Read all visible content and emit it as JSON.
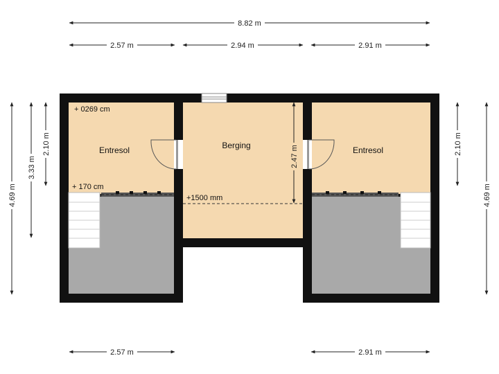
{
  "dimensions": {
    "total_width": "8.82 m",
    "top_left": "2.57 m",
    "top_middle": "2.94 m",
    "top_right": "2.91 m",
    "bottom_left": "2.57 m",
    "bottom_right": "2.91 m",
    "left_outer": "4.69 m",
    "left_middle": "3.33 m",
    "left_inner": "2.10 m",
    "right_inner": "2.10 m",
    "right_outer": "4.69 m",
    "berging_height": "2.47 m"
  },
  "rooms": {
    "entresol_left": "Entresol",
    "berging": "Berging",
    "entresol_right": "Entresol"
  },
  "levels": {
    "top_level": "+ 0269 cm",
    "mid_level": "+ 170 cm",
    "height_line": "+1500 mm"
  },
  "colors": {
    "room_fill": "#f5d9b0",
    "lower_fill": "#a9a9a9",
    "wall": "#111111"
  }
}
